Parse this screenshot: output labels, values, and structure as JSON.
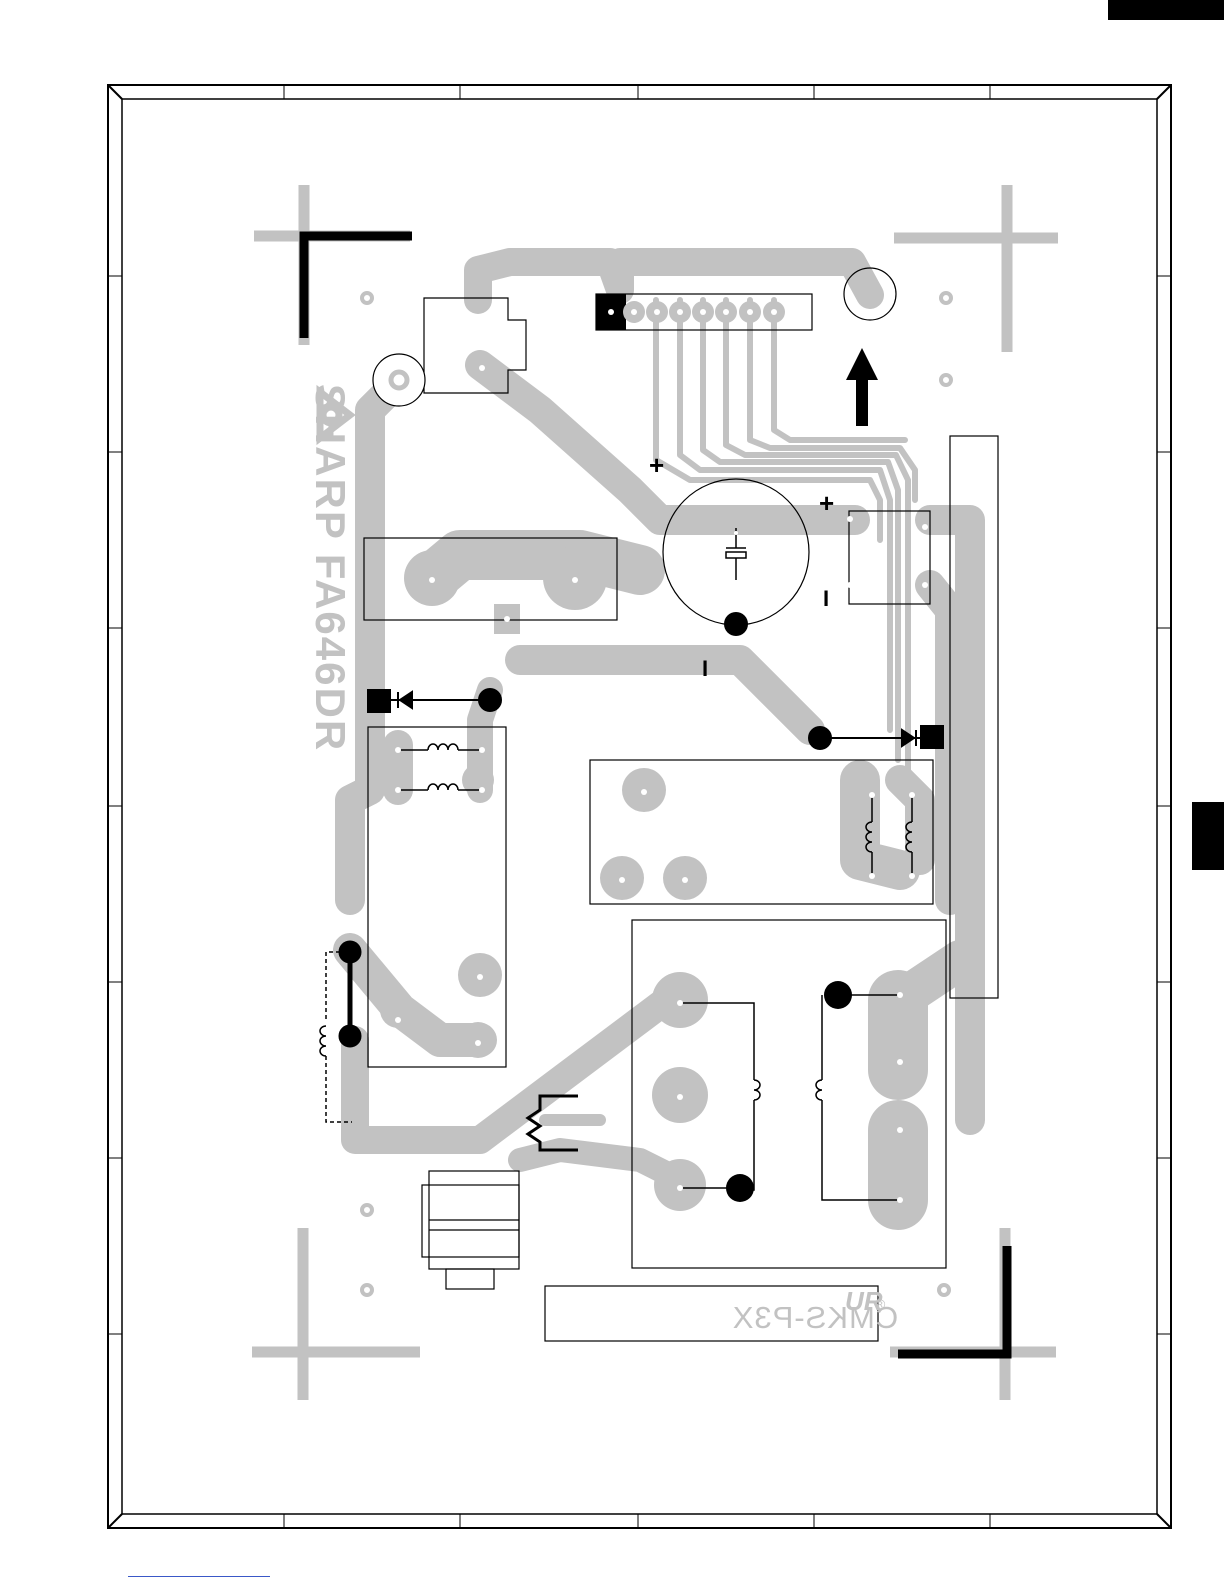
{
  "board": {
    "brand_text": "SHARP FA646DR",
    "model_text": "CMKS-P3X",
    "registered_mark": "®",
    "plus_marks": [
      "+",
      "+"
    ],
    "minus_marks": [
      "I",
      "I",
      "I"
    ]
  },
  "colors": {
    "copper_trace": "#c2c2c2",
    "silkscreen": "#000000",
    "background": "#ffffff",
    "link_line": "#3a58c8"
  }
}
